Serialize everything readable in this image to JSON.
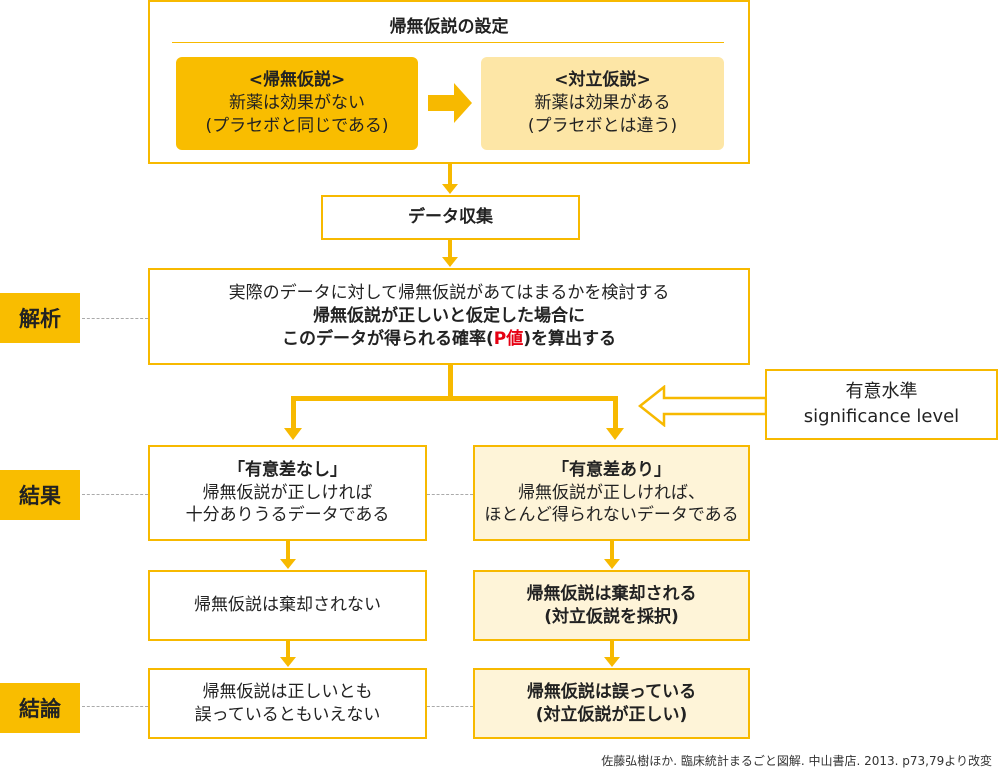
{
  "setup": {
    "title": "帰無仮説の設定",
    "null": {
      "heading": "<帰無仮説>",
      "line1": "新薬は効果がない",
      "line2": "(プラセボと同じである)"
    },
    "alt": {
      "heading": "<対立仮説>",
      "line1": "新薬は効果がある",
      "line2": "(プラセボとは違う)"
    }
  },
  "collect": "データ収集",
  "analysis": {
    "line1": "実際のデータに対して帰無仮説があてはまるかを検討する",
    "line2": "帰無仮説が正しいと仮定した場合に",
    "line3a": "このデータが得られる確率(",
    "line3p": "P値",
    "line3b": ")を算出する"
  },
  "significance": {
    "line1": "有意水準",
    "line2": "significance level"
  },
  "labels": {
    "analysis": "解析",
    "result": "結果",
    "conclusion": "結論"
  },
  "left": {
    "result_head": "「有意差なし」",
    "result_l1": "帰無仮説が正しければ",
    "result_l2": "十分ありうるデータである",
    "decision": "帰無仮説は棄却されない",
    "concl_l1": "帰無仮説は正しいとも",
    "concl_l2": "誤っているともいえない"
  },
  "right": {
    "result_head": "「有意差あり」",
    "result_l1": "帰無仮説が正しければ、",
    "result_l2": "ほとんど得られないデータである",
    "decision_l1": "帰無仮説は棄却される",
    "decision_l2": "(対立仮説を採択)",
    "concl_l1": "帰無仮説は誤っている",
    "concl_l2": "(対立仮説が正しい)"
  },
  "citation": "佐藤弘樹ほか. 臨床統計まるごと図解. 中山書店. 2013. p73,79より改変"
}
